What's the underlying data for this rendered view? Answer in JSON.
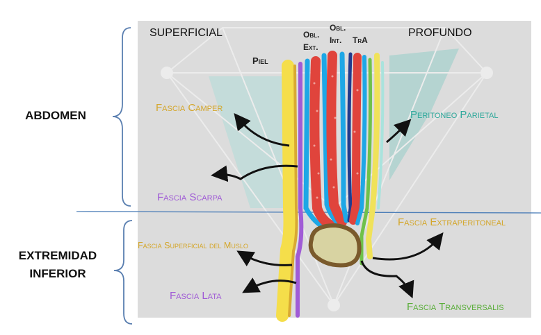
{
  "sections": {
    "abdomen": "ABDOMEN",
    "extremity_line1": "EXTREMIDAD",
    "extremity_line2": "INFERIOR"
  },
  "headers": {
    "superficial": "SUPERFICIAL",
    "profundo": "PROFUNDO",
    "piel": "Piel",
    "obl_ext_1": "Obl.",
    "obl_ext_2": "Ext.",
    "obl_int_1": "Obl.",
    "obl_int_2": "Int.",
    "tra": "TrA"
  },
  "labels": {
    "fascia_camper": "Fascia Camper",
    "fascia_scarpa": "Fascia Scarpa",
    "peritoneo_parietal": "Peritoneo Parietal",
    "fascia_extraperitoneal": "Fascia Extraperitoneal",
    "fascia_superficial_muslo": "Fascia Superficial del Muslo",
    "fascia_lata": "Fascia Lata",
    "fascia_transversalis": "Fascia Transversalis"
  },
  "colors": {
    "skin_yellow": "#f5de4a",
    "camper_gold": "#d4a62a",
    "scarpa_purple": "#a05bd6",
    "muscle_blue": "#1ea7e6",
    "muscle_red": "#e0443c",
    "peritoneum_teal": "#3cb5a8",
    "transversalis_green": "#6fc14a",
    "dark_navy": "#223a8c"
  }
}
